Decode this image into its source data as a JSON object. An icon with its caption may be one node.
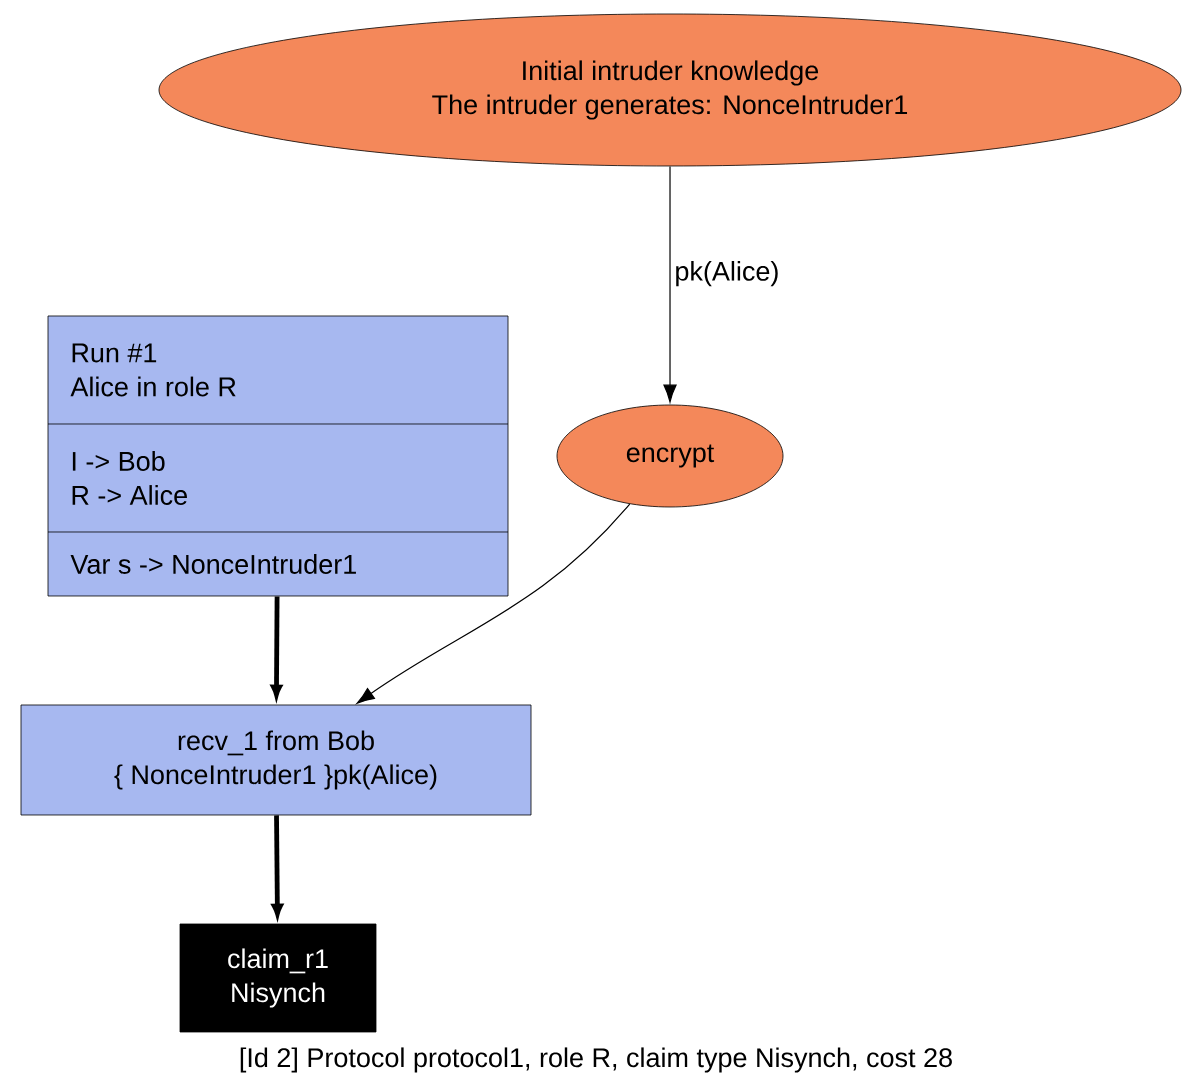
{
  "diagram": {
    "caption": "[Id 2] Protocol protocol1, role R, claim type Nisynch, cost 28",
    "nodes": [
      {
        "text": [
          "Initial intruder knowledge",
          "The intruder generates: NonceIntruder1"
        ]
      },
      {
        "text": [
          "encrypt"
        ]
      },
      {
        "text": [
          "Run #1",
          "Alice in role R",
          "I -> Bob",
          "R -> Alice",
          "Var s -> NonceIntruder1"
        ]
      },
      {
        "text": [
          "recv_1 from Bob",
          "{ NonceIntruder1 }pk(Alice)"
        ]
      },
      {
        "text": [
          "claim_r1",
          "Nisynch"
        ]
      }
    ],
    "edges": [
      {
        "from": 0,
        "to": 1,
        "arrow": "to",
        "label": "pk(Alice)"
      },
      {
        "from": 2,
        "to": 3,
        "arrow": "to",
        "style": "thick"
      },
      {
        "from": 1,
        "to": 3,
        "arrow": "to"
      },
      {
        "from": 3,
        "to": 4,
        "arrow": "to",
        "style": "thick"
      }
    ]
  }
}
